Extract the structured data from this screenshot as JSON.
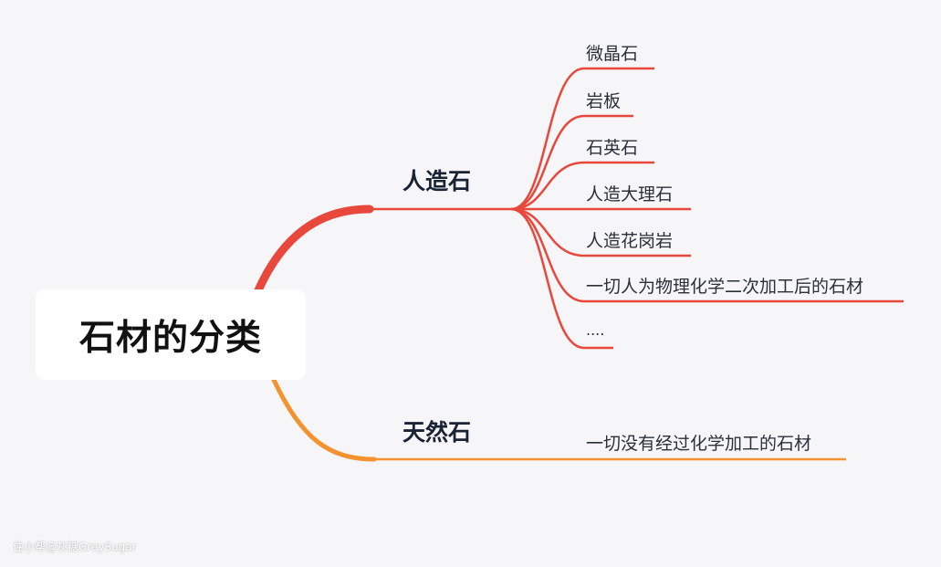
{
  "root": {
    "label": "石材的分类"
  },
  "branches": [
    {
      "label": "人造石",
      "color": "#e8473b",
      "leaves": [
        "微晶石",
        "岩板",
        "石英石",
        "人造大理石",
        "人造花岗岩",
        "一切人为物理化学二次加工后的石材",
        "...."
      ]
    },
    {
      "label": "天然石",
      "color": "#f3922f",
      "leaves": [
        "一切没有经过化学加工的石材"
      ]
    }
  ],
  "watermark": "住小帮@灰糖GreySugar"
}
